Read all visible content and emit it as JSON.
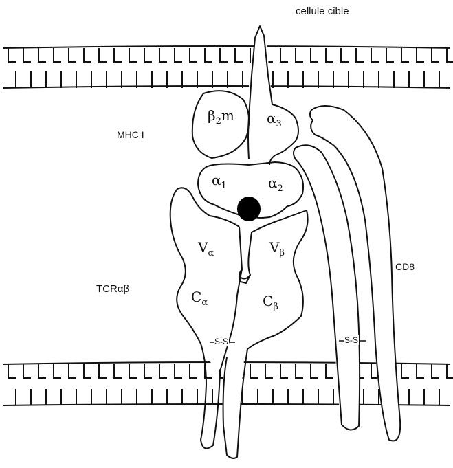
{
  "labels": {
    "target_cell": "cellule cible",
    "mhc": "MHC I",
    "tcr": "TCRαβ",
    "cd8": "CD8",
    "disulfide_left": "S-S",
    "disulfide_right": "S-S"
  },
  "domains": {
    "b2m_main": "β",
    "b2m_sub": "2",
    "b2m_tail": "m",
    "a3_main": "α",
    "a3_sub": "3",
    "a1_main": "α",
    "a1_sub": "1",
    "a2_main": "α",
    "a2_sub": "2",
    "va_main": "V",
    "va_sub": "α",
    "vb_main": "V",
    "vb_sub": "β",
    "ca_main": "C",
    "ca_sub": "α",
    "cb_main": "C",
    "cb_sub": "β"
  },
  "colors": {
    "ink": "#111111",
    "background": "#ffffff"
  }
}
